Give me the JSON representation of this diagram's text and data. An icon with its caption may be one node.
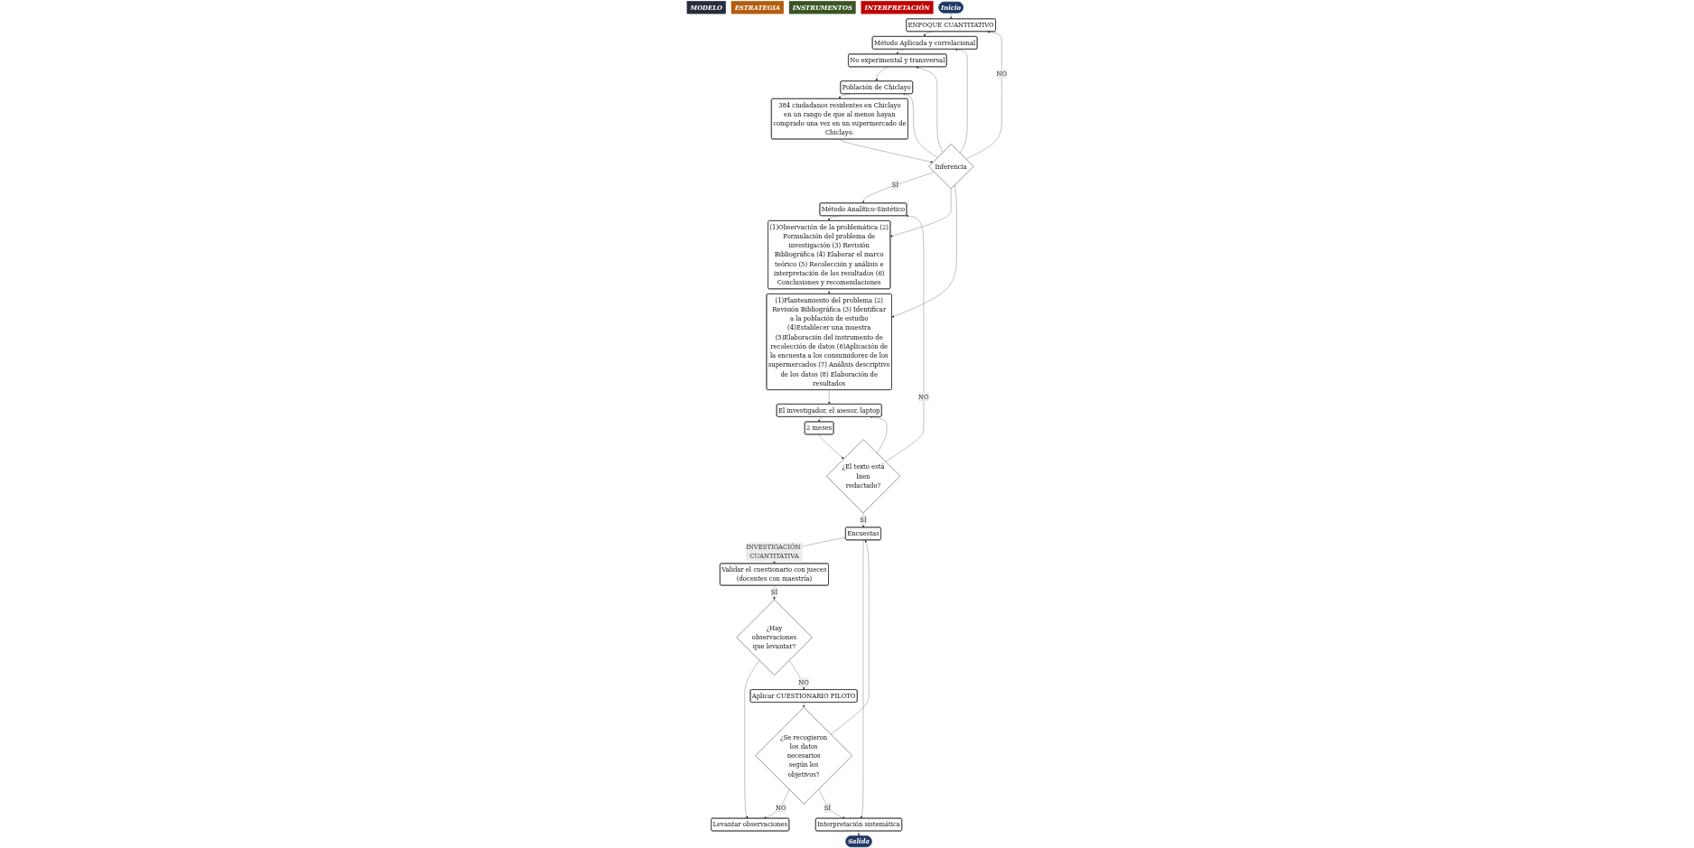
{
  "diagram": {
    "nodes": [
      {
        "text": [
          "MODELO"
        ]
      },
      {
        "text": [
          "ESTRATEGIA"
        ]
      },
      {
        "text": [
          "INSTRUMENTOS"
        ]
      },
      {
        "text": [
          "INTERPRETACIÓN"
        ]
      },
      {
        "text": [
          "Inicio"
        ]
      },
      {
        "text": [
          "ENFOQUE CUANTITATIVO"
        ]
      },
      {
        "text": [
          "Método Aplicada y correlacional"
        ]
      },
      {
        "text": [
          "No experimental y transversal"
        ]
      },
      {
        "text": [
          "Población de Chiclayo"
        ]
      },
      {
        "text": [
          "384 ciudadanos residentes en Chiclayo en un rango de que al menos hayan comprado una vez en un supermercado de Chiclayo."
        ]
      },
      {
        "text": [
          "Inferencia"
        ]
      },
      {
        "text": [
          "Método Analítico-Sintético"
        ]
      },
      {
        "text": [
          "(1)Observación de la problemática (2) Formulación del problema de investigación (3) Revisión Bibliográfica (4) Elaborar el marco teórico (5) Recolección y análisis e interpretación de los resultados (6) Conclusiones y recomendaciones"
        ]
      },
      {
        "text": [
          "(1)Planteamiento del problema (2) Revisión Bibliográfica (3) Identificar a la población de estudio (4)Establecer una muestra (5)Elaboración del instrumento de recolección de datos (6)Aplicación de la encuesta a los consumidores de los supermercados (7) Análisis descriptivo de los datos (8) Elaboración de resultados"
        ]
      },
      {
        "text": [
          "El investigador, el asesor, laptop"
        ]
      },
      {
        "text": [
          "2 meses"
        ]
      },
      {
        "text": [
          "¿El texto está bien redactado?"
        ]
      },
      {
        "text": [
          "Encuestas"
        ]
      },
      {
        "text": [
          "Validar el cuestionario con jueces (docentes con maestría)"
        ]
      },
      {
        "text": [
          "¿Hay observaciones que levantar?"
        ]
      },
      {
        "text": [
          "Levantar observaciones"
        ]
      },
      {
        "text": [
          "Aplicar CUESTIONARIO PILOTO"
        ]
      },
      {
        "text": [
          "¿Se recogieron los datos necesarios según los objetivos?"
        ]
      },
      {
        "text": [
          "Interpretación sistemática"
        ]
      },
      {
        "text": [
          "Salida"
        ]
      }
    ],
    "edges": [
      {
        "from": 4,
        "to": 5,
        "arrow": "to"
      },
      {
        "from": 5,
        "to": 6,
        "arrow": "to"
      },
      {
        "from": 6,
        "to": 7,
        "arrow": "to"
      },
      {
        "from": 7,
        "to": 8,
        "arrow": "to"
      },
      {
        "from": 8,
        "to": 9,
        "arrow": "to"
      },
      {
        "from": 9,
        "to": 10,
        "arrow": "to"
      },
      {
        "from": 10,
        "to": 5,
        "arrow": "to",
        "label": "NO"
      },
      {
        "from": 10,
        "to": 6,
        "arrow": "to"
      },
      {
        "from": 10,
        "to": 7,
        "arrow": "to"
      },
      {
        "from": 10,
        "to": 8,
        "arrow": "to"
      },
      {
        "from": 10,
        "to": 11,
        "arrow": "to",
        "label": "SÍ"
      },
      {
        "from": 10,
        "to": 12,
        "arrow": "to"
      },
      {
        "from": 10,
        "to": 13,
        "arrow": "to"
      },
      {
        "from": 11,
        "to": 12,
        "arrow": "to"
      },
      {
        "from": 12,
        "to": 13,
        "arrow": "to"
      },
      {
        "from": 13,
        "to": 14,
        "arrow": "to"
      },
      {
        "from": 14,
        "to": 15,
        "arrow": "to"
      },
      {
        "from": 15,
        "to": 16,
        "arrow": "to"
      },
      {
        "from": 16,
        "to": 11,
        "arrow": "to",
        "label": "NO"
      },
      {
        "from": 16,
        "to": 14,
        "arrow": "to"
      },
      {
        "from": 16,
        "to": 17,
        "arrow": "to",
        "label": "SÍ"
      },
      {
        "from": 17,
        "to": 18,
        "arrow": "to",
        "label": "INVESTIGACIÓN CUANTITATIVA"
      },
      {
        "from": 18,
        "to": 19,
        "arrow": "to",
        "label": "SÍ"
      },
      {
        "from": 19,
        "to": 20,
        "arrow": "to"
      },
      {
        "from": 19,
        "to": 21,
        "arrow": "to",
        "label": "NO"
      },
      {
        "from": 21,
        "to": 22,
        "arrow": "to"
      },
      {
        "from": 22,
        "to": 20,
        "arrow": "to",
        "label": "NO"
      },
      {
        "from": 22,
        "to": 17,
        "arrow": "to"
      },
      {
        "from": 22,
        "to": 23,
        "arrow": "to",
        "label": "SÍ"
      },
      {
        "from": 17,
        "to": 23,
        "arrow": "to"
      },
      {
        "from": 23,
        "to": 24,
        "arrow": "to"
      }
    ]
  }
}
